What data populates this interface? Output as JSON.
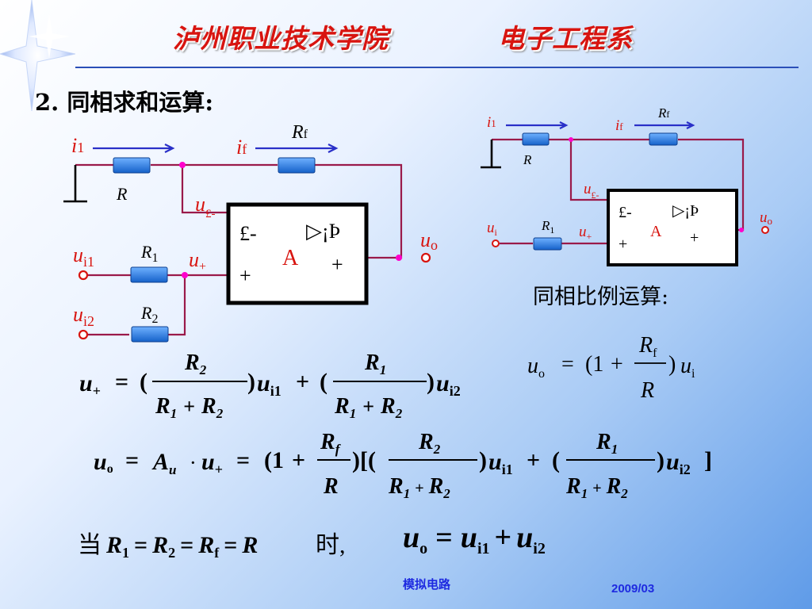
{
  "header": {
    "college": "泸州职业技术学院",
    "department": "电子工程系"
  },
  "section": {
    "title": "2. 同相求和运算:"
  },
  "circuit_main": {
    "label_i1": "i",
    "label_i1_sub": "1",
    "label_if": "i",
    "label_if_sub": "f",
    "label_R": "R",
    "label_Rf": "R",
    "label_Rf_sub": "f",
    "label_u_minus": "u",
    "label_u_minus_sub": "£-",
    "label_u_plus": "u",
    "label_u_plus_sub": "+",
    "label_ui1": "u",
    "label_ui1_sub": "i1",
    "label_ui2": "u",
    "label_ui2_sub": "i2",
    "label_R1": "R",
    "label_R1_sub": "1",
    "label_R2": "R",
    "label_R2_sub": "2",
    "label_uo": "u",
    "label_uo_sub": "o",
    "opamp_minus": "£-",
    "opamp_plus_in": "+",
    "opamp_symbol": "▷¡Þ",
    "opamp_A": "A",
    "opamp_plus_out": "+"
  },
  "circuit_small": {
    "label_i1": "i",
    "label_i1_sub": "1",
    "label_if": "i",
    "label_if_sub": "f",
    "label_R": "R",
    "label_Rf": "R",
    "label_Rf_sub": "f",
    "label_u_minus": "u",
    "label_u_minus_sub": "£-",
    "label_u_plus": "u",
    "label_u_plus_sub": "+",
    "label_ui": "u",
    "label_ui_sub": "i",
    "label_R1": "R",
    "label_R1_sub": "1",
    "label_uo": "u",
    "label_uo_sub": "o",
    "opamp_minus": "£-",
    "opamp_plus_in": "+",
    "opamp_symbol": "▷¡Þ",
    "opamp_A": "A",
    "opamp_plus_out": "+",
    "caption": "同相比例运算:"
  },
  "equations": {
    "eq1": {
      "lhs": "u",
      "lhs_sub": "+",
      "frac1_num": "R",
      "frac1_num_sub": "2",
      "frac1_den_a": "R",
      "frac1_den_a_sub": "1",
      "frac1_den_b": "R",
      "frac1_den_b_sub": "2",
      "term1": "u",
      "term1_sub": "i1",
      "frac2_num": "R",
      "frac2_num_sub": "1",
      "frac2_den_a": "R",
      "frac2_den_a_sub": "1",
      "frac2_den_b": "R",
      "frac2_den_b_sub": "2",
      "term2": "u",
      "term2_sub": "i2"
    },
    "eq_small": {
      "lhs": "u",
      "lhs_sub": "o",
      "num": "R",
      "num_sub": "f",
      "den": "R",
      "term": "u",
      "term_sub": "i"
    },
    "eq2": {
      "lhs": "u",
      "lhs_sub": "o",
      "A": "A",
      "A_sub": "u",
      "u_plus": "u",
      "u_plus_sub": "+",
      "fracf_num": "R",
      "fracf_num_sub": "f",
      "fracf_den": "R",
      "frac1_num": "R",
      "frac1_num_sub": "2",
      "frac1_den_a": "R",
      "frac1_den_a_sub": "1",
      "frac1_den_b": "R",
      "frac1_den_b_sub": "2",
      "term1": "u",
      "term1_sub": "i1",
      "frac2_num": "R",
      "frac2_num_sub": "1",
      "frac2_den_a": "R",
      "frac2_den_a_sub": "1",
      "frac2_den_b": "R",
      "frac2_den_b_sub": "2",
      "term2": "u",
      "term2_sub": "i2"
    },
    "eq3": {
      "prefix": "当",
      "R1": "R",
      "R1_sub": "1",
      "R2": "R",
      "R2_sub": "2",
      "Rf": "R",
      "Rf_sub": "f",
      "R": "R",
      "suffix": "时,",
      "uo": "u",
      "uo_sub": "o",
      "ui1": "u",
      "ui1_sub": "i1",
      "ui2": "u",
      "ui2_sub": "i2"
    }
  },
  "footer": {
    "course": "模拟电路",
    "date": "2009/03"
  },
  "colors": {
    "title_red": "#d8140f",
    "rule_blue": "#2b4fb8",
    "resistor_blue": "#1e73d8",
    "wire": "#9a1a4a",
    "footer_blue": "#1e2ae0"
  }
}
